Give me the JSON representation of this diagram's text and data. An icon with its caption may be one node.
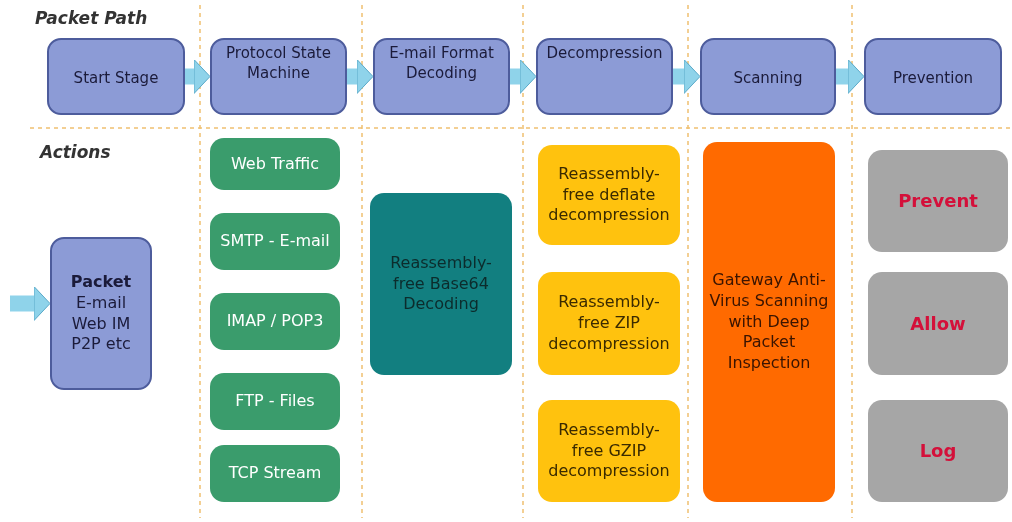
{
  "diagram": {
    "nodes": [
      {
        "text": [
          "Start Stage"
        ]
      },
      {
        "text": [
          "Protocol State Machine"
        ]
      },
      {
        "text": [
          "E-mail Format Decoding"
        ]
      },
      {
        "text": [
          "Decompression"
        ]
      },
      {
        "text": [
          "Scanning"
        ]
      },
      {
        "text": [
          "Prevention"
        ]
      },
      {
        "text": [
          "Packet",
          "E-mail Web IM P2P etc"
        ]
      },
      {
        "text": [
          "Web Traffic"
        ]
      },
      {
        "text": [
          "SMTP - E-mail"
        ]
      },
      {
        "text": [
          "IMAP / POP3"
        ]
      },
      {
        "text": [
          "FTP - Files"
        ]
      },
      {
        "text": [
          "TCP Stream"
        ]
      },
      {
        "text": [
          "Reassembly-free Base64 Decoding"
        ]
      },
      {
        "text": [
          "Reassembly-free deflate decompression"
        ]
      },
      {
        "text": [
          "Reassembly-free ZIP decompression"
        ]
      },
      {
        "text": [
          "Reassembly-free GZIP decompression"
        ]
      },
      {
        "text": [
          "Gateway Anti-Virus Scanning with Deep Packet Inspection"
        ]
      },
      {
        "text": [
          "Prevent"
        ]
      },
      {
        "text": [
          "Allow"
        ]
      },
      {
        "text": [
          "Log"
        ]
      }
    ],
    "edges": [
      {
        "from": 0,
        "to": 1,
        "arrow": "to"
      },
      {
        "from": 1,
        "to": 2,
        "arrow": "to"
      },
      {
        "from": 2,
        "to": 3,
        "arrow": "to"
      },
      {
        "from": 3,
        "to": 4,
        "arrow": "to"
      },
      {
        "from": 4,
        "to": 5,
        "arrow": "to"
      },
      {
        "from": null,
        "to": 6,
        "arrow": "to"
      }
    ],
    "labels": [
      "Packet Path",
      "Actions"
    ]
  }
}
